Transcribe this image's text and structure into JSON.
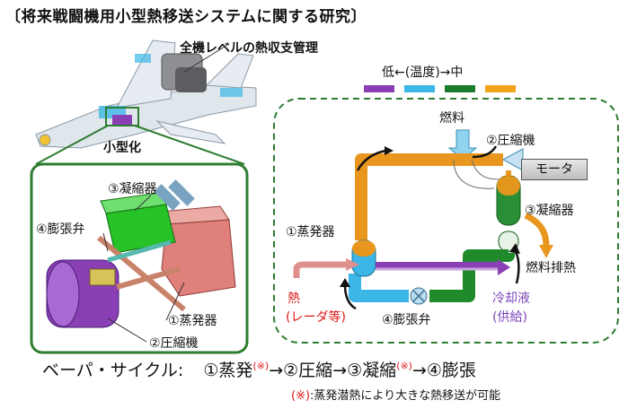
{
  "title": "〔将来戦闘機用小型熱移送システムに関する研究〕",
  "labels": {
    "thermal_management": "全機レベルの熱収支管理",
    "miniaturize": "小型化",
    "condenser_left": "③凝縮器",
    "expansion_left": "④膨張弁",
    "evaporator_left": "①蒸発器",
    "compressor_left": "②圧縮機",
    "temperature_legend": "低←(温度)→中",
    "fuel": "燃料",
    "compressor_right": "②圧縮機",
    "motor": "モータ",
    "condenser_right": "③凝縮器",
    "evaporator_right": "①蒸発器",
    "fuel_exhaust": "燃料排熱",
    "heat_line1": "熱",
    "heat_line2": "(レーダ等)",
    "expansion_right": "④膨張弁",
    "coolant_line1": "冷却液",
    "coolant_line2": "(供給)"
  },
  "cycle": {
    "prefix": "ベーパ・サイクル:",
    "step1": "①蒸発",
    "mark1": "(※)",
    "step2": "→②圧縮",
    "step3": "→③凝縮",
    "mark2": "(※)",
    "step4": "→④膨張"
  },
  "note": {
    "mark": "(※)",
    "text": ":蒸発潜熱により大きな熱移送が可能"
  },
  "legend_colors": [
    "#8a3fb5",
    "#3cb6e6",
    "#1c7a2c",
    "#f2a21b"
  ],
  "colors": {
    "accent_green": "#2e7d32",
    "heat_red": "#e01818",
    "coolant_purple": "#7b45b8",
    "pipe_orange": "#e38a1b"
  }
}
